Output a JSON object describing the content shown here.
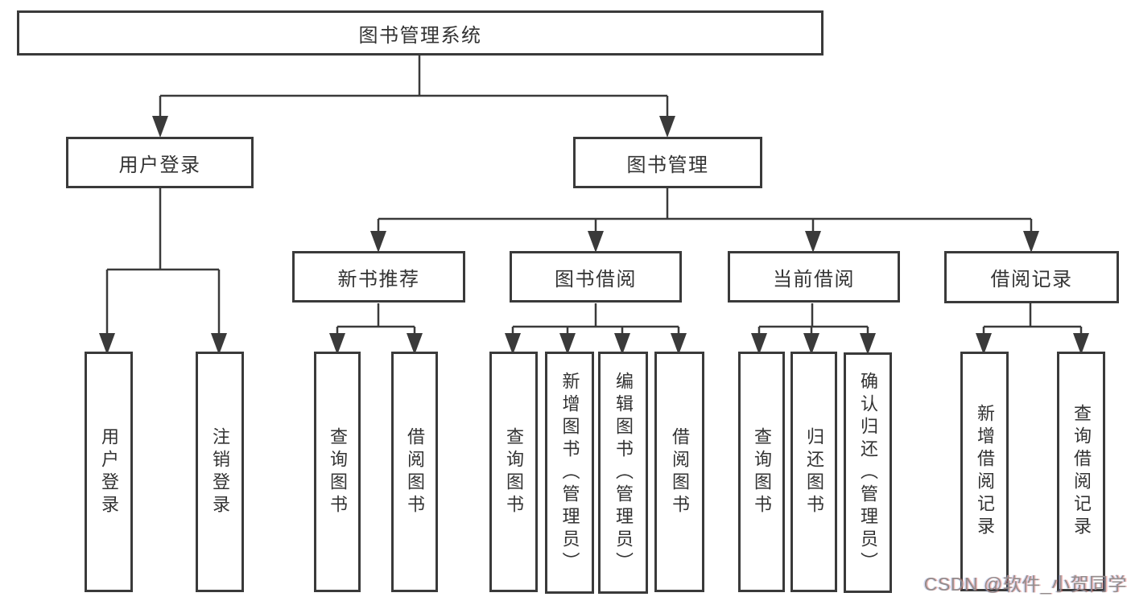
{
  "tree": {
    "root": {
      "label": "图书管理系统"
    },
    "branches": [
      {
        "label": "用户登录",
        "children": [
          {
            "label": "用户登录"
          },
          {
            "label": "注销登录"
          }
        ]
      },
      {
        "label": "图书管理",
        "sections": [
          {
            "label": "新书推荐",
            "children": [
              {
                "label": "查询图书"
              },
              {
                "label": "借阅图书"
              }
            ]
          },
          {
            "label": "图书借阅",
            "children": [
              {
                "label": "查询图书"
              },
              {
                "label": "新增图书（管理员）"
              },
              {
                "label": "编辑图书（管理员）"
              },
              {
                "label": "借阅图书"
              }
            ]
          },
          {
            "label": "当前借阅",
            "children": [
              {
                "label": "查询图书"
              },
              {
                "label": "归还图书"
              },
              {
                "label": "确认归还（管理员）"
              }
            ]
          },
          {
            "label": "借阅记录",
            "children": [
              {
                "label": "新增借阅记录"
              },
              {
                "label": "查询借阅记录"
              }
            ]
          }
        ]
      }
    ]
  },
  "watermark": {
    "text": "CSDN @软件_小贺同学"
  },
  "colors": {
    "line": "#3a3a3a",
    "box_border": "#3a3a3a",
    "text": "#333333",
    "background": "#ffffff",
    "watermark": "#938c8c"
  }
}
